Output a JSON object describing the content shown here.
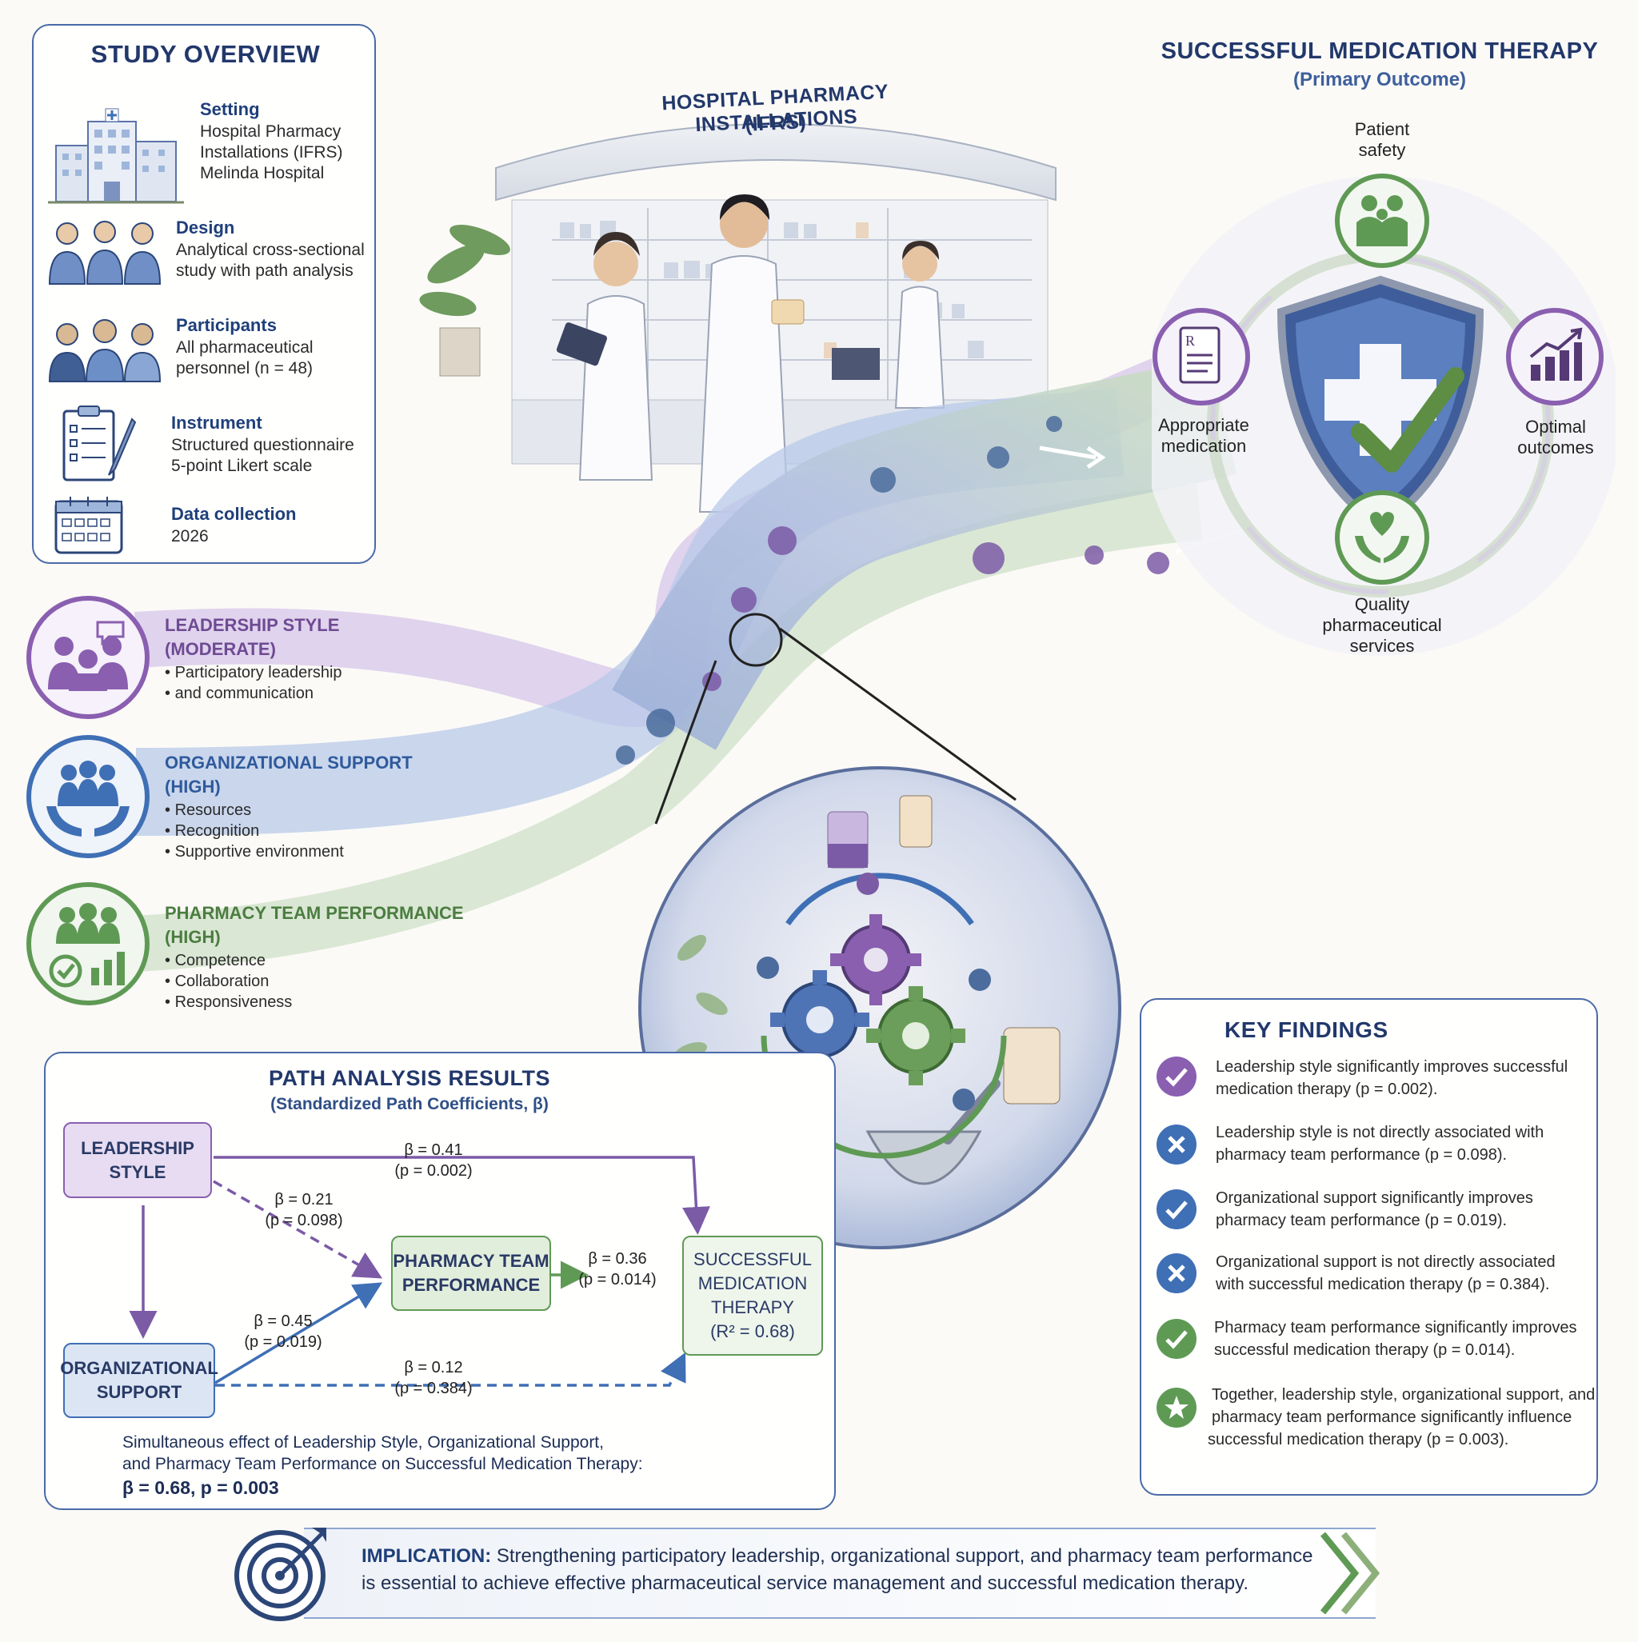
{
  "study_overview": {
    "title": "STUDY OVERVIEW",
    "items": [
      {
        "heading": "Setting",
        "lines": [
          "Hospital Pharmacy",
          "Installations (IFRS)",
          "Melinda Hospital"
        ],
        "icon": "hospital-icon"
      },
      {
        "heading": "Design",
        "lines": [
          "Analytical cross-sectional",
          "study with path analysis"
        ],
        "icon": "staff-group-icon"
      },
      {
        "heading": "Participants",
        "lines": [
          "All pharmaceutical",
          "personnel (n = 48)"
        ],
        "icon": "participants-icon"
      },
      {
        "heading": "Instrument",
        "lines": [
          "Structured questionnaire",
          "5-point Likert scale"
        ],
        "icon": "clipboard-icon"
      },
      {
        "heading": "Data collection",
        "lines": [
          "2026"
        ],
        "icon": "calendar-icon"
      }
    ]
  },
  "pharmacy_scene": {
    "sign_line1": "HOSPITAL PHARMACY INSTALLATIONS",
    "sign_line2": "(IFRS)"
  },
  "outcome": {
    "title": "SUCCESSFUL MEDICATION THERAPY",
    "subtitle": "(Primary Outcome)",
    "items": [
      {
        "label_lines": [
          "Patient",
          "safety"
        ],
        "icon": "patient-safety-icon"
      },
      {
        "label_lines": [
          "Appropriate",
          "medication"
        ],
        "icon": "prescription-icon"
      },
      {
        "label_lines": [
          "Optimal",
          "outcomes"
        ],
        "icon": "growth-chart-icon"
      },
      {
        "label_lines": [
          "Quality",
          "pharmaceutical",
          "services"
        ],
        "icon": "care-hands-icon"
      }
    ]
  },
  "factors": [
    {
      "title": "LEADERSHIP STYLE",
      "level": "(MODERATE)",
      "bullets": [
        "Participatory leadership",
        "and communication"
      ],
      "color": "#8a5fb0",
      "icon": "meeting-icon"
    },
    {
      "title": "ORGANIZATIONAL SUPPORT",
      "level": "(HIGH)",
      "bullets": [
        "Resources",
        "Recognition",
        "Supportive environment"
      ],
      "color": "#3f6fb5",
      "icon": "support-hands-icon"
    },
    {
      "title": "PHARMACY TEAM PERFORMANCE",
      "level": "(HIGH)",
      "bullets": [
        "Competence",
        "Collaboration",
        "Responsiveness"
      ],
      "color": "#5f9a55",
      "icon": "team-chart-icon"
    }
  ],
  "path_analysis": {
    "title": "PATH ANALYSIS RESULTS",
    "subtitle": "(Standardized Path Coefficients, β)",
    "nodes": {
      "leadership": [
        "LEADERSHIP",
        "STYLE"
      ],
      "org_support": [
        "ORGANIZATIONAL",
        "SUPPORT"
      ],
      "team": [
        "PHARMACY TEAM",
        "PERFORMANCE"
      ],
      "outcome": [
        "SUCCESSFUL",
        "MEDICATION",
        "THERAPY",
        "(R² = 0.68)"
      ]
    },
    "paths": [
      {
        "from": "Leadership Style",
        "to": "Successful Medication Therapy",
        "beta": "β = 0.41",
        "p": "(p = 0.002)",
        "significant": true
      },
      {
        "from": "Leadership Style",
        "to": "Pharmacy Team Performance",
        "beta": "β = 0.21",
        "p": "(p = 0.098)",
        "significant": false
      },
      {
        "from": "Pharmacy Team Performance",
        "to": "Successful Medication Therapy",
        "beta": "β = 0.36",
        "p": "(p = 0.014)",
        "significant": true
      },
      {
        "from": "Organizational Support",
        "to": "Pharmacy Team Performance",
        "beta": "β = 0.45",
        "p": "(p = 0.019)",
        "significant": true
      },
      {
        "from": "Organizational Support",
        "to": "Successful Medication Therapy",
        "beta": "β = 0.12",
        "p": "(p = 0.384)",
        "significant": false
      }
    ],
    "simultaneous_line1": "Simultaneous effect of  Leadership Style, Organizational Support,",
    "simultaneous_line2": "and Pharmacy Team Performance on Successful Medication Therapy:",
    "simultaneous_result": "β = 0.68, p = 0.003"
  },
  "key_findings": {
    "title": "KEY FINDINGS",
    "items": [
      {
        "lines": [
          "Leadership style significantly improves successful",
          "medication therapy (p = 0.002)."
        ],
        "status": "check",
        "color": "#8a5fb0"
      },
      {
        "lines": [
          "Leadership style is not directly associated with",
          "pharmacy team performance (p = 0.098)."
        ],
        "status": "cross",
        "color": "#3f6fb5"
      },
      {
        "lines": [
          "Organizational support significantly improves",
          "pharmacy team performance (p = 0.019)."
        ],
        "status": "check",
        "color": "#3f6fb5"
      },
      {
        "lines": [
          "Organizational support is not directly associated",
          "with successful medication therapy (p = 0.384)."
        ],
        "status": "cross",
        "color": "#3f6fb5"
      },
      {
        "lines": [
          "Pharmacy team performance significantly improves",
          "successful medication therapy (p = 0.014)."
        ],
        "status": "check",
        "color": "#5f9a55"
      },
      {
        "lines": [
          "Together, leadership style, organizational support, and",
          "pharmacy team performance significantly influence",
          "successful medication therapy (p = 0.003)."
        ],
        "status": "star",
        "color": "#5f9a55"
      }
    ]
  },
  "implication": {
    "label": "IMPLICATION:",
    "line1": "Strengthening participatory leadership, organizational support, and pharmacy team performance",
    "line2": "is essential to achieve effective pharmaceutical service management and successful medication therapy."
  }
}
